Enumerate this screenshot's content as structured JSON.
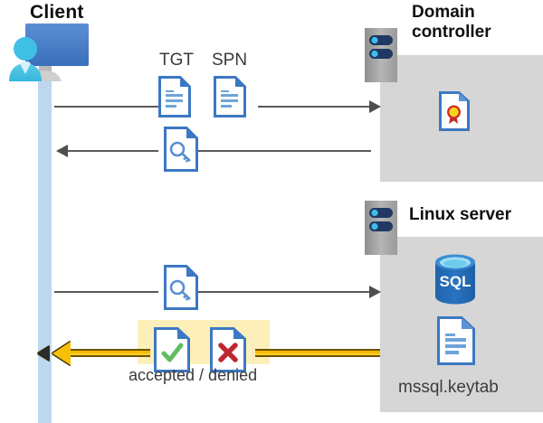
{
  "diagram": {
    "title_client": "Client",
    "title_domain_controller": "Domain\ncontroller",
    "title_linux_server": "Linux server",
    "doc_tags": {
      "tgt": "TGT",
      "spn": "SPN"
    },
    "keytab_label": "mssql.keytab",
    "result_label": "accepted / denied",
    "colors": {
      "panel_gray": "#d6d6d6",
      "lifeline_blue": "#bdd7f1",
      "highlight_yellow": "#fdefb9",
      "arrow_yellow": "#f6b900",
      "doc_blue": "#3b78c3",
      "sql_blue": "#2a6ab3",
      "check_green": "#5cb85c",
      "cross_red": "#c0272d",
      "line_gray": "#5a5a5a",
      "server_gray": "#a6a6a6",
      "server_bar_navy": "#1f3864",
      "server_dot_cyan": "#3fbde8",
      "cert_gold": "#f5d216",
      "cert_red": "#cf2a2a"
    },
    "icons": {
      "client": "user-at-monitor-icon",
      "tgt_doc": "document-icon",
      "spn_doc": "document-icon",
      "ticket_1": "document-with-key-icon",
      "ticket_2": "document-with-key-icon",
      "accepted": "document-with-check-icon",
      "denied": "document-with-cross-icon",
      "certificate": "document-with-certificate-icon",
      "sql_database": "sql-database-icon",
      "keytab_doc": "document-icon",
      "server_dc": "server-rack-icon",
      "server_linux": "server-rack-icon"
    },
    "flows": [
      {
        "id": "flow-1",
        "direction": "right",
        "from": "Client",
        "to": "Domain controller",
        "payload": "TGT SPN"
      },
      {
        "id": "flow-2",
        "direction": "left",
        "from": "Domain controller",
        "to": "Client",
        "payload": "service ticket"
      },
      {
        "id": "flow-3",
        "direction": "right",
        "from": "Client",
        "to": "Linux server",
        "payload": "service ticket"
      },
      {
        "id": "flow-4",
        "direction": "left",
        "from": "Linux server",
        "to": "Client",
        "payload": "accepted / denied"
      }
    ]
  }
}
